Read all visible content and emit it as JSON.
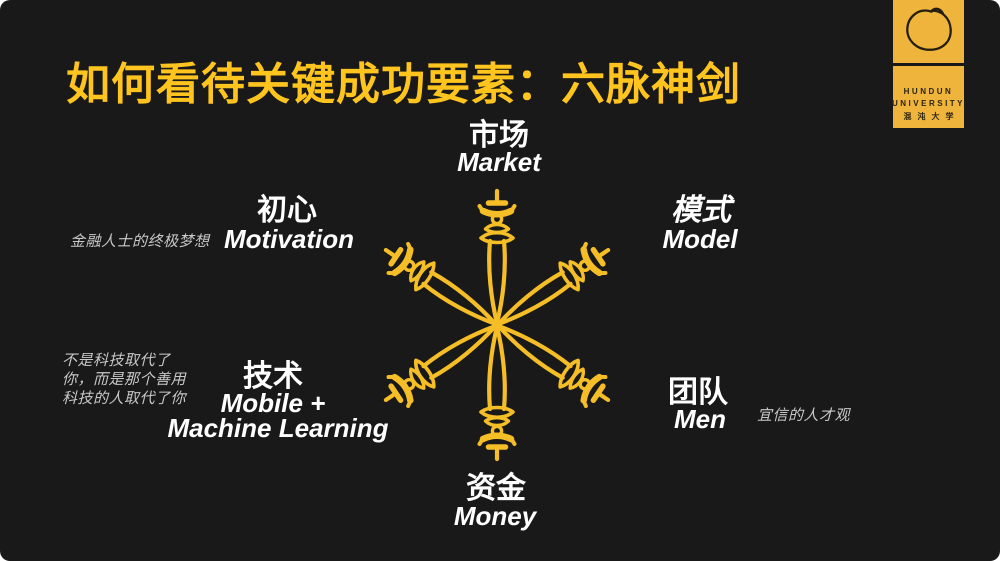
{
  "title": "如何看待关键成功要素：六脉神剑",
  "colors": {
    "background": "#191919",
    "title_yellow": "#FFC41E",
    "sword_yellow": "#F6BE26",
    "logo_yellow": "#EFB43C",
    "label_white": "#FFFFFF",
    "annotation_gray": "#C8C8C8"
  },
  "logo": {
    "icon": "hand-drawn-circle-icon",
    "name_line1": "HUNDUN",
    "name_line2": "UNIVERSITY",
    "name_cn": "混沌大学"
  },
  "diagram": {
    "kind": "six-swords-star",
    "labels": {
      "market": {
        "zh": "市场",
        "en": "Market"
      },
      "motivation": {
        "zh": "初心",
        "en": "Motivation"
      },
      "model": {
        "zh": "模式",
        "en": "Model"
      },
      "technology": {
        "zh": "技术",
        "en_line1": "Mobile +",
        "en_line2": "Machine Learning"
      },
      "team": {
        "zh": "团队",
        "en": "Men"
      },
      "money": {
        "zh": "资金",
        "en": "Money"
      }
    },
    "annotations": {
      "motivation_note": "金融人士的终极梦想",
      "technology_note_line1": "不是科技取代了",
      "technology_note_line2": "你，而是那个善用",
      "technology_note_line3": "科技的人取代了你",
      "team_note": "宜信的人才观"
    }
  }
}
